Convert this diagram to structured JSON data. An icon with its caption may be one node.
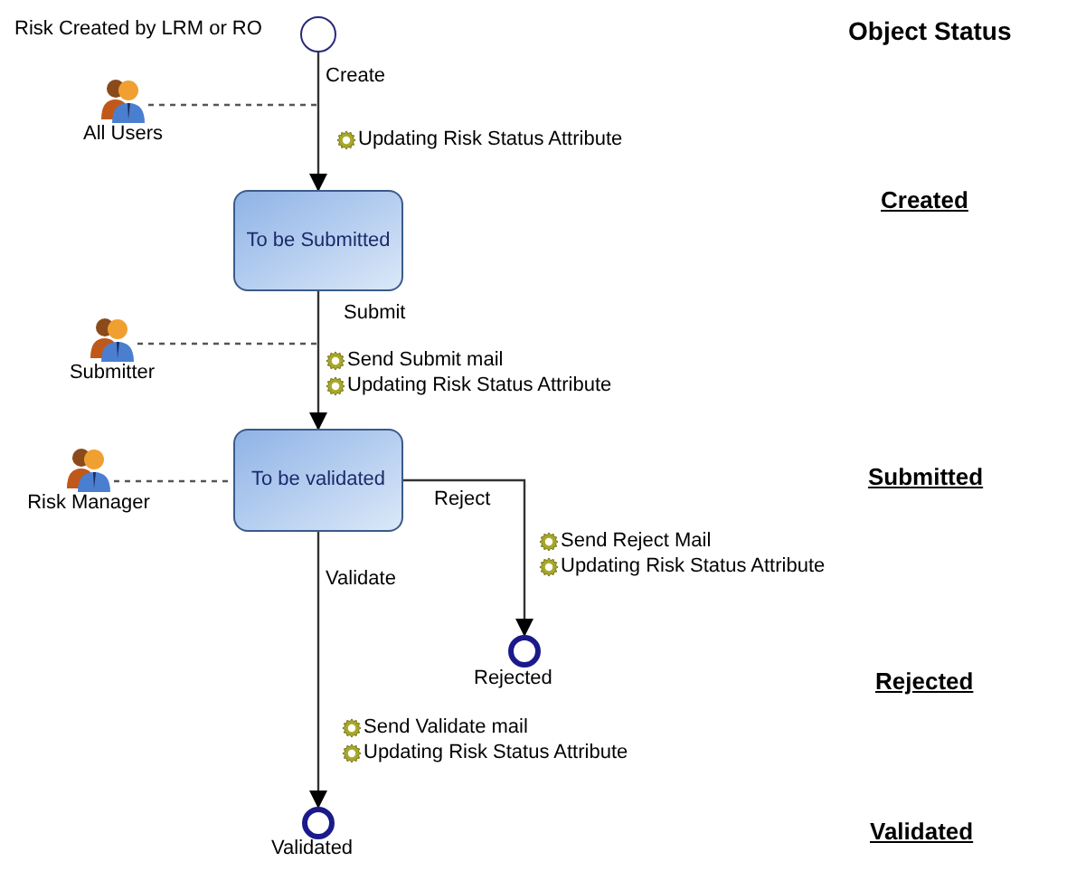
{
  "diagram": {
    "title": "Object Status",
    "nodes": [
      {
        "text": [],
        "shape": "circle",
        "beside": [
          "Risk Created by LRM or RO"
        ]
      },
      {
        "text": [
          "All Users"
        ]
      },
      {
        "text": [
          "To be Submitted"
        ]
      },
      {
        "text": [
          "Submitter"
        ]
      },
      {
        "text": [
          "To be validated"
        ]
      },
      {
        "text": [
          "Risk Manager"
        ]
      },
      {
        "text": [],
        "shape": "circle",
        "beside": [
          "Rejected"
        ]
      },
      {
        "text": [],
        "shape": "circle",
        "beside": [
          "Validated"
        ]
      }
    ],
    "edges": [
      {
        "from": 0,
        "to": 2,
        "arrow": "to",
        "label": "Create"
      },
      {
        "from": 1,
        "to": null,
        "arrow": "none",
        "style": "dashed"
      },
      {
        "from": 2,
        "to": 4,
        "arrow": "to",
        "label": "Submit"
      },
      {
        "from": 3,
        "to": null,
        "arrow": "none",
        "style": "dashed"
      },
      {
        "from": 5,
        "to": 4,
        "arrow": "none",
        "style": "dashed"
      },
      {
        "from": 4,
        "to": 6,
        "arrow": "to",
        "label": "Reject"
      },
      {
        "from": 4,
        "to": 7,
        "arrow": "to",
        "label": "Validate"
      }
    ],
    "labels": [
      "Updating Risk Status Attribute",
      "Created",
      "Send Submit mail",
      "Updating Risk Status Attribute",
      "Submitted",
      "Send Reject Mail",
      "Updating Risk Status Attribute",
      "Rejected",
      "Send Validate mail",
      "Updating Risk Status Attribute",
      "Validated"
    ]
  }
}
